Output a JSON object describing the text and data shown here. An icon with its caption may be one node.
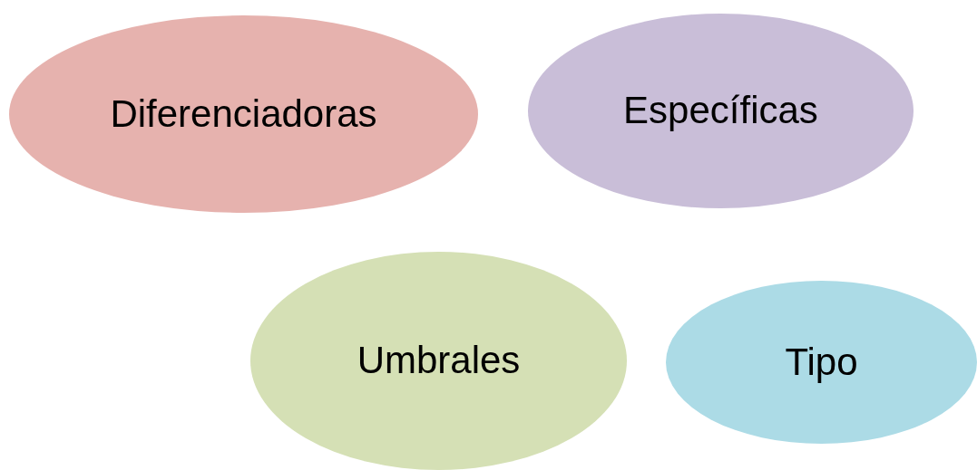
{
  "diagram": {
    "nodes": [
      {
        "text": [
          "Diferenciadoras"
        ]
      },
      {
        "text": [
          "Específicas"
        ]
      },
      {
        "text": [
          "Umbrales"
        ]
      },
      {
        "text": [
          "Tipo"
        ]
      }
    ]
  }
}
